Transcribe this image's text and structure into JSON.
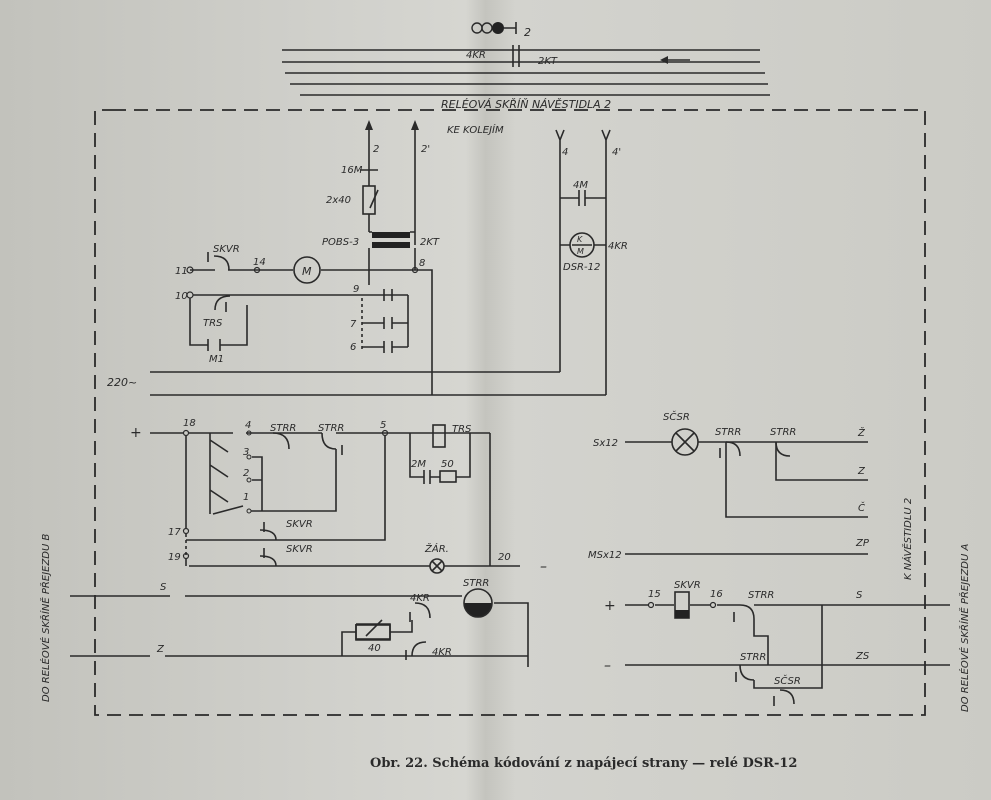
{
  "labels": {
    "signal": "2",
    "track_4kr": "4KR",
    "track_2kt": "2KT",
    "cabinet_title": "RELÉOVÁ SKŘÍŇ NÁVĚSTIDLA 2",
    "ke_kolejim": "KE KOLEJÍM",
    "t2": "2",
    "t2p": "2'",
    "t4": "4",
    "t4p": "4'",
    "r16m": "16M",
    "r2x40": "2x40",
    "pobs": "POBS-3",
    "kt2": "2KT",
    "c4m": "4M",
    "km": "K\nM",
    "kr4": "4KR",
    "dsr": "DSR-12",
    "skvr_top": "SKVR",
    "n11": "11",
    "n14": "14",
    "motor": "M",
    "n8": "8",
    "n10": "10",
    "n9": "9",
    "n7": "7",
    "n6": "6",
    "trs_top": "TRS",
    "m1": "M1",
    "v220": "220~",
    "plus_mid": "+",
    "n18": "18",
    "n4": "4",
    "strr_a": "STRR",
    "strr_b": "STRR",
    "n5": "5",
    "trs_mid": "TRS",
    "n3": "3",
    "n2": "2",
    "m2": "2M",
    "r50": "50",
    "n1": "1",
    "n17": "17",
    "skvr_17": "SKVR",
    "n19": "19",
    "skvr_19": "SKVR",
    "zar": "ŽÁR.",
    "n20": "20",
    "minus_mid": "–",
    "s_left": "S",
    "kr4_a": "4KR",
    "strr_lamp": "STRR",
    "r40": "40",
    "z_left": "Z",
    "kr4_b": "4KR",
    "scsr_top": "SČSR",
    "sx12": "Sx12",
    "strr_r1": "STRR",
    "strr_r2": "STRR",
    "out_zh": "Ž",
    "out_z": "Z",
    "out_c": "Č",
    "k_navestidlu": "K NÁVĚSTIDLU 2",
    "msx12": "MSx12",
    "out_zp": "ZP",
    "plus_right": "+",
    "n15": "15",
    "skvr_right": "SKVR",
    "n16": "16",
    "strr_r3": "STRR",
    "out_s": "S",
    "strr_r4": "STRR",
    "scsr_bot": "SČSR",
    "minus_right": "–",
    "out_zs": "ZS",
    "left_side": "DO RELÉOVÉ SKŘÍNĚ PŘEJEZDU B",
    "right_side": "DO RELÉOVÉ SKŘÍNĚ PŘEJEZDU A",
    "caption": "Obr. 22. Schéma kódování z napájecí strany — relé DSR-12"
  }
}
